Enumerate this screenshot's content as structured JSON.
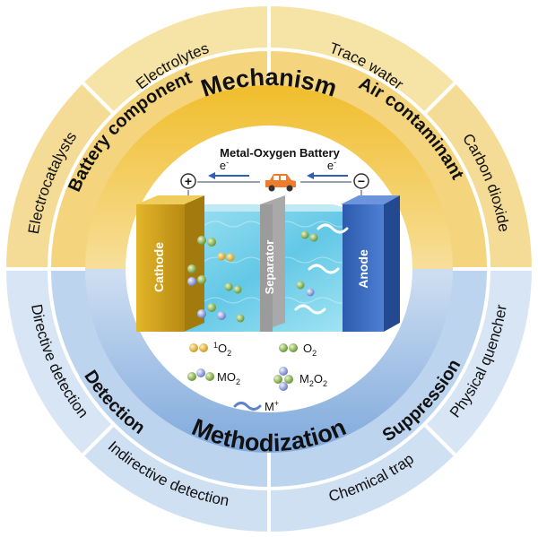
{
  "ring_outer": {
    "electrolytes": "Electrolytes",
    "trace_water": "Trace water",
    "electrocatalysts": "Electrocatalysts",
    "carbon_dioxide": "Carbon dioxide",
    "directive_detection": "Directive detection",
    "physical_quencher": "Physical quencher",
    "indirective_detection": "Indirective detection",
    "chemical_trap": "Chemical trap"
  },
  "ring_middle": {
    "battery_component": "Battery component",
    "air_contaminant": "Air contaminant",
    "detection": "Detection",
    "suppression": "Suppression"
  },
  "ring_inner": {
    "mechanism": "Mechanism",
    "methodization": "Methodization"
  },
  "battery": {
    "title": "Metal-Oxygen Battery",
    "electron": "e",
    "electron_sup": "-",
    "plus": "+",
    "minus": "−",
    "cathode": "Cathode",
    "separator": "Separator",
    "anode": "Anode"
  },
  "legend": {
    "singlet_oxygen_sup": "1",
    "singlet_oxygen_base": "O",
    "singlet_oxygen_sub": "2",
    "oxygen_base": "O",
    "oxygen_sub": "2",
    "mo2_base": "MO",
    "mo2_sub": "2",
    "m2o2_a": "M",
    "m2o2_sub1": "2",
    "m2o2_b": "O",
    "m2o2_sub2": "2",
    "metal_ion_base": "M",
    "metal_ion_sup": "+"
  },
  "colors": {
    "top_light": "#f5e2a6",
    "top_mid": "#f2cd6e",
    "top_deep": "#f0bd2c",
    "bottom_light": "#d7e5f4",
    "bottom_mid": "#b6d0ec",
    "bottom_deep": "#8fb4e0",
    "cathode": "#d9a91f",
    "anode": "#2f5fb5",
    "separator": "#9e9e9e",
    "electrolyte": "#7fd6ec",
    "car": "#f07b2a"
  }
}
